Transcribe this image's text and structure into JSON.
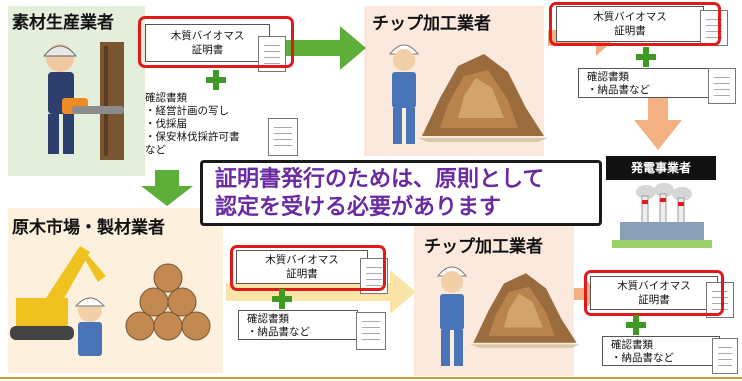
{
  "actors": {
    "producer": "素材生産業者",
    "chip_top": "チップ加工業者",
    "market": "原木市場・製材業者",
    "chip_bottom": "チップ加工業者",
    "power": "発電事業者"
  },
  "certificates": {
    "c1": {
      "line1": "木質バイオマス",
      "line2": "証明書"
    },
    "c2": {
      "line1": "木質バイオマス",
      "line2": "証明書"
    },
    "c3": {
      "line1": "木質バイオマス",
      "line2": "証明書"
    },
    "c4": {
      "line1": "木質バイオマス",
      "line2": "証明書"
    }
  },
  "documents": {
    "d1": {
      "title": "確認書類",
      "items": [
        "・経営計画の写し",
        "・伐採届",
        "・保安林伐採許可書"
      ],
      "tail": "など"
    },
    "d2": {
      "title": "確認書類",
      "items": [
        "・納品書など"
      ]
    },
    "d3": {
      "title": "確認書類",
      "items": [
        "・納品書など"
      ]
    },
    "d4": {
      "title": "確認書類",
      "items": [
        "・納品書など"
      ]
    }
  },
  "banner": {
    "line1": "証明書発行のためは、原則として",
    "line2": "認定を受ける必要があります"
  },
  "colors": {
    "green_arrow": "#5eae3a",
    "orange_arrow": "#f2b083",
    "yellow_arrow": "#fbe4a8",
    "plus": "#3e9a22",
    "red_box": "#e01a1a",
    "banner_text": "#6a2aa1"
  }
}
